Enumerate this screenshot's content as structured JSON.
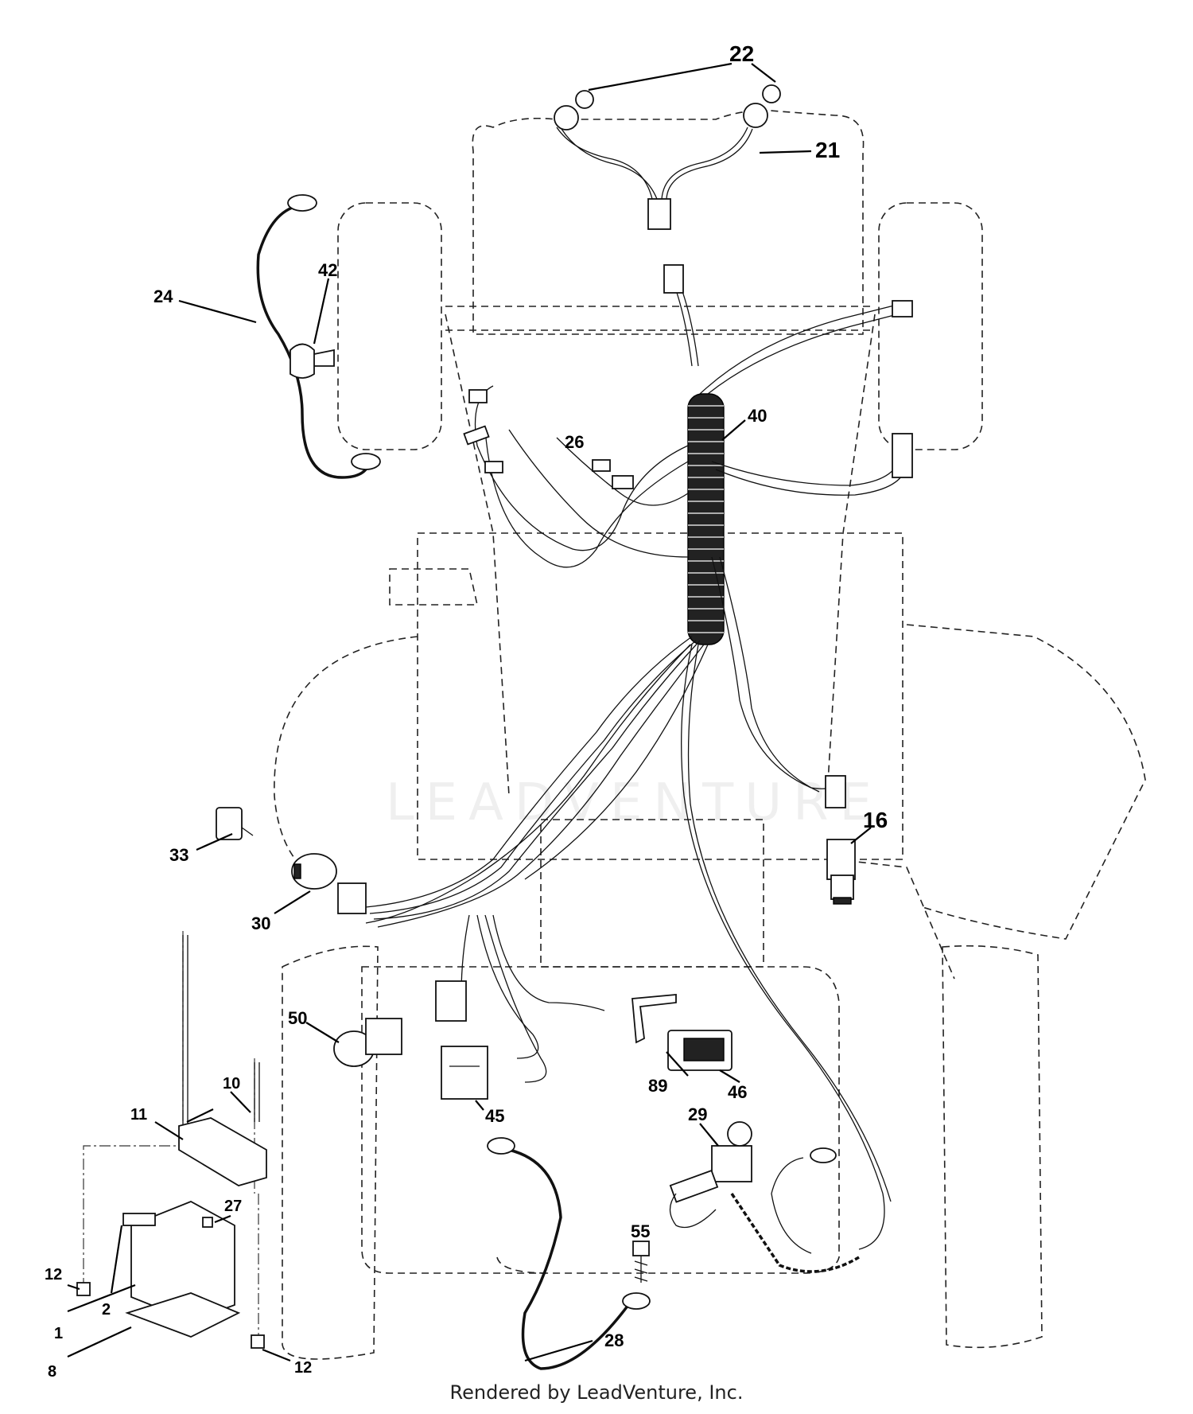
{
  "diagram": {
    "callouts": [
      {
        "id": "c22",
        "label": "22"
      },
      {
        "id": "c21",
        "label": "21"
      },
      {
        "id": "c24",
        "label": "24"
      },
      {
        "id": "c42",
        "label": "42"
      },
      {
        "id": "c40",
        "label": "40"
      },
      {
        "id": "c26",
        "label": "26"
      },
      {
        "id": "c16",
        "label": "16"
      },
      {
        "id": "c33",
        "label": "33"
      },
      {
        "id": "c30",
        "label": "30"
      },
      {
        "id": "c50",
        "label": "50"
      },
      {
        "id": "c10",
        "label": "10"
      },
      {
        "id": "c11",
        "label": "11"
      },
      {
        "id": "c27",
        "label": "27"
      },
      {
        "id": "c2",
        "label": "2"
      },
      {
        "id": "c12a",
        "label": "12"
      },
      {
        "id": "c1",
        "label": "1"
      },
      {
        "id": "c8",
        "label": "8"
      },
      {
        "id": "c12b",
        "label": "12"
      },
      {
        "id": "c45",
        "label": "45"
      },
      {
        "id": "c89",
        "label": "89"
      },
      {
        "id": "c46",
        "label": "46"
      },
      {
        "id": "c29",
        "label": "29"
      },
      {
        "id": "c55",
        "label": "55"
      },
      {
        "id": "c28",
        "label": "28"
      }
    ],
    "watermark": "LEADVENTURE",
    "footer": "Rendered by LeadVenture, Inc."
  }
}
